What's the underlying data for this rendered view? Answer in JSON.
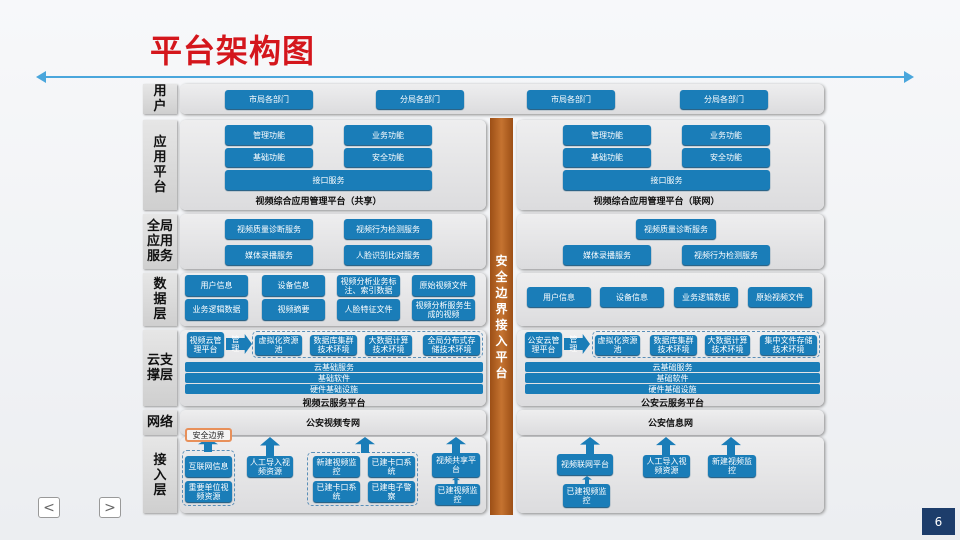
{
  "title": "平台架构图",
  "layers": [
    "用户",
    "应用平台",
    "全局应用服务",
    "数据层",
    "云支撑层",
    "网络",
    "接入层"
  ],
  "middle_bar": "安全边界接入平台",
  "users": [
    "市局各部门",
    "分局各部门",
    "市局各部门",
    "分局各部门"
  ],
  "left": {
    "app": {
      "items": [
        "管理功能",
        "业务功能",
        "基础功能",
        "安全功能",
        "接口服务"
      ],
      "caption": "视频综合应用管理平台（共享）"
    },
    "global": [
      "视频质量诊断服务",
      "视频行为检测服务",
      "媒体录播服务",
      "人脸识别比对服务"
    ],
    "data": [
      "用户信息",
      "设备信息",
      "视频分析业务标注、索引数据",
      "原始视频文件",
      "业务逻辑数据",
      "视频摘要",
      "人脸特征文件",
      "视频分析服务生成的视频"
    ],
    "cloud": {
      "mgmt": "视频云管理平台",
      "arrow": "管理",
      "items": [
        "虚拟化资源池",
        "数据库集群技术环境",
        "大数据计算技术环境",
        "全局分布式存储技术环境"
      ],
      "bars": [
        "云基础服务",
        "基础软件",
        "硬件基础设施"
      ],
      "caption": "视频云服务平台"
    },
    "network": "公安视频专网",
    "access": {
      "boundary": "安全边界",
      "items": [
        "互联网信息",
        "重要单位视频资源",
        "人工导入视频资源",
        "新建视频监控",
        "已建卡口系统",
        "已建卡口系统",
        "已建电子警察",
        "视频共享平台",
        "已建视频监控"
      ]
    }
  },
  "right": {
    "app": {
      "items": [
        "管理功能",
        "业务功能",
        "基础功能",
        "安全功能",
        "接口服务"
      ],
      "caption": "视频综合应用管理平台（联网）"
    },
    "global": [
      "视频质量诊断服务",
      "媒体录播服务",
      "视频行为检测服务"
    ],
    "data": [
      "用户信息",
      "设备信息",
      "业务逻辑数据",
      "原始视频文件"
    ],
    "cloud": {
      "mgmt": "公安云管理平台",
      "arrow": "管理",
      "items": [
        "虚拟化资源池",
        "数据库集群技术环境",
        "大数据计算技术环境",
        "集中文件存储技术环境"
      ],
      "bars": [
        "云基础服务",
        "基础软件",
        "硬件基础设施"
      ],
      "caption": "公安云服务平台"
    },
    "network": "公安信息网",
    "access": {
      "items": [
        "视频联网平台",
        "已建视频监控",
        "人工导入视频资源",
        "新建视频监控"
      ]
    }
  },
  "nav": {
    "prev": "<",
    "next": ">"
  },
  "page_number": "6",
  "colors": {
    "title": "#d4161c",
    "box": "#1a7db8",
    "bar": "#b8682a",
    "page": "#1d3d6b"
  }
}
